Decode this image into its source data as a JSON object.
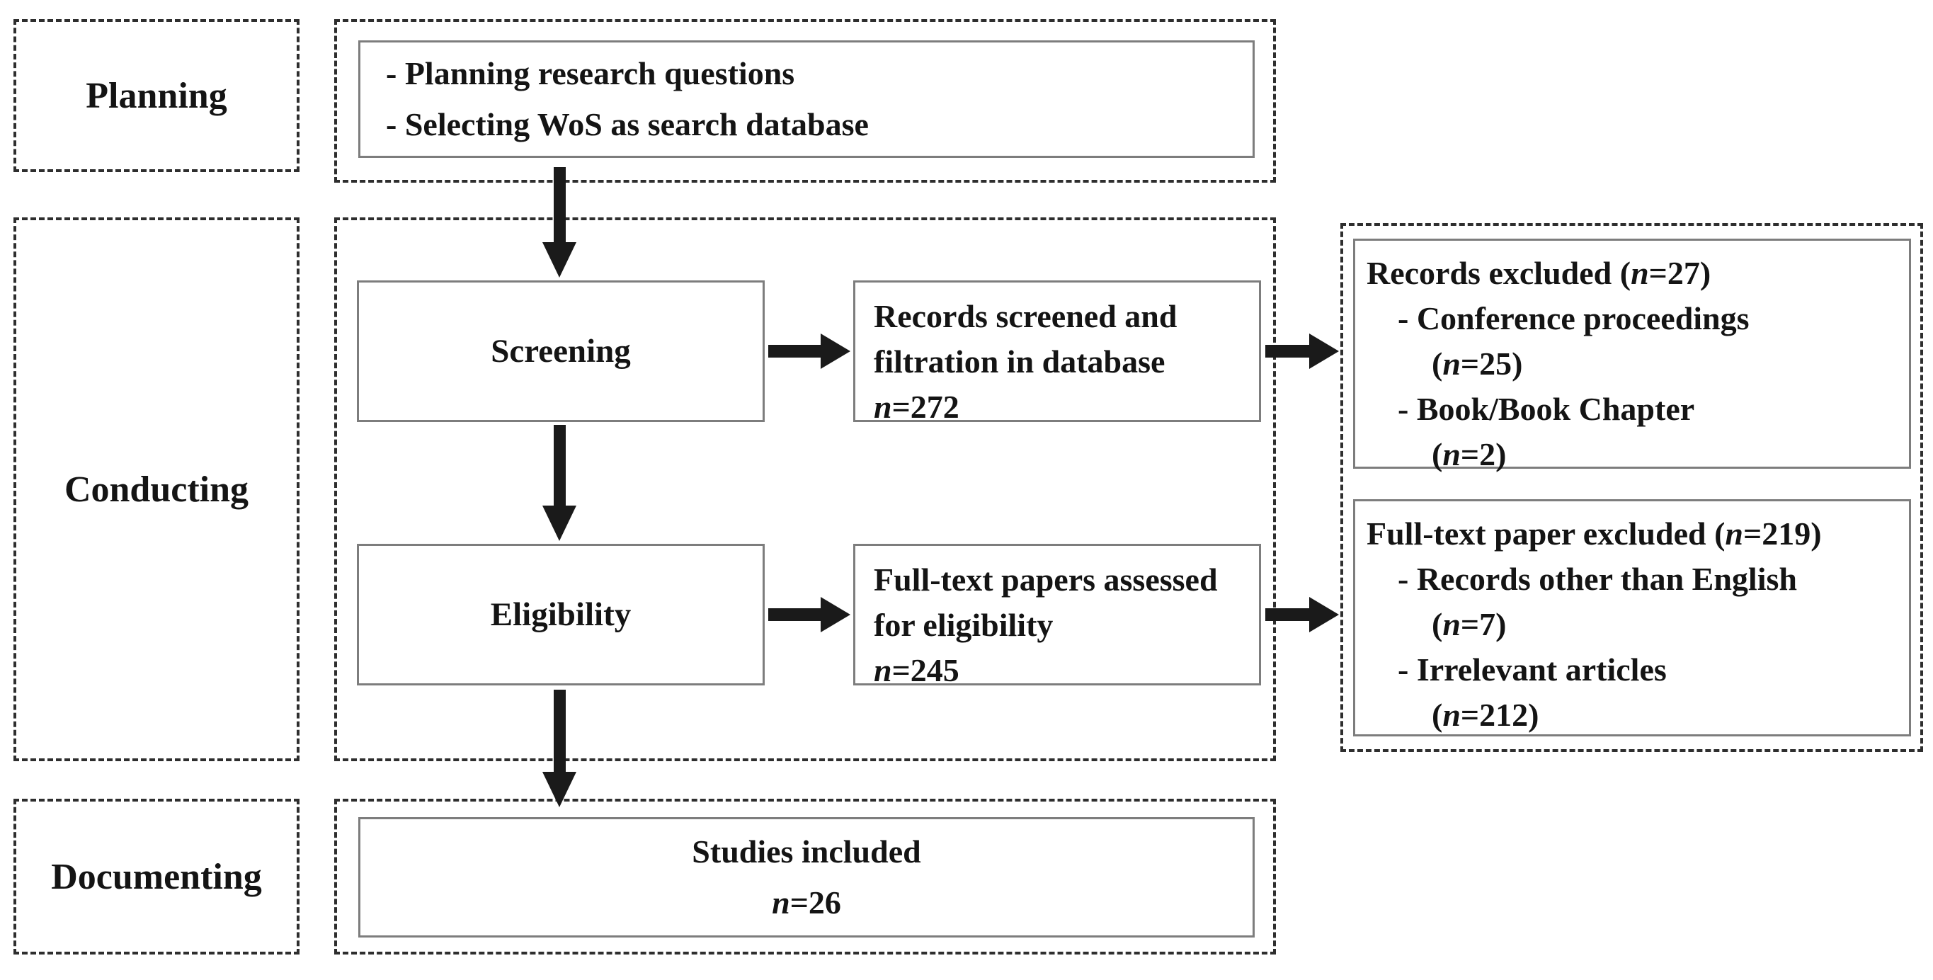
{
  "figure": {
    "title": "Systematic review flow diagram",
    "colors": {
      "background": "#ffffff",
      "ink": "#141414",
      "solid_box_border": "#7d7d7d",
      "dashed_box_border": "#2e2e2e",
      "arrow": "#1a1a1a"
    }
  },
  "phases": {
    "planning": "Planning",
    "conducting": "Conducting",
    "documenting": "Documenting"
  },
  "planning_output": {
    "line1": "- Planning research questions",
    "line2": "- Selecting WoS as search database"
  },
  "screening": {
    "stage": "Screening",
    "outcome": "Records screened and filtration in database",
    "n": "n",
    "count": "=272"
  },
  "eligibility": {
    "stage": "Eligibility",
    "outcome": "Full-text papers assessed for eligibility",
    "n": "n",
    "count": "=245"
  },
  "included": {
    "line1": "Studies included",
    "n": "n",
    "count": "=26"
  },
  "records_excluded": {
    "title_pre": "Records excluded (",
    "n": "n",
    "title_count": "=27)",
    "item1": "- Conference proceedings",
    "item1_pre": "(",
    "item1_n": "n",
    "item1_count": "=25)",
    "item2": "- Book/Book Chapter",
    "item2_pre": "(",
    "item2_n": "n",
    "item2_count": "=2)"
  },
  "fulltext_excluded": {
    "title_pre": "Full-text paper excluded (",
    "n": "n",
    "title_count": "=219)",
    "item1": "- Records other than English",
    "item1_pre": "(",
    "item1_n": "n",
    "item1_count": "=7)",
    "item2": "- Irrelevant articles",
    "item2_pre": "(",
    "item2_n": "n",
    "item2_count": "=212)"
  }
}
